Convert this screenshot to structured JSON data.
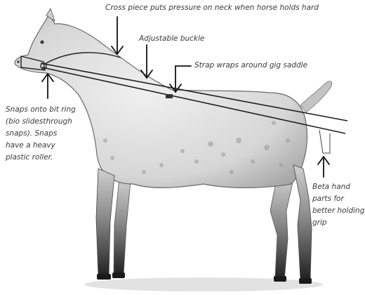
{
  "annotations": {
    "cross_piece": "Cross piece puts pressure on neck when horse holds hard",
    "adjustable_buckle": "Adjustable buckle",
    "strap_wraps": "Strap wraps around gig saddle",
    "snaps": "Snaps onto bit ring (bio slidesthrough snaps). Snaps have a heavy plastic roller.",
    "beta_hand_parts": "Beta hand parts for better holding grip"
  },
  "colors": {
    "horse_body": "#e4e4e4",
    "horse_shade": "#8f8f8f",
    "legs_dark": "#2c2c2c",
    "line": "#1f1f1f",
    "text": "#3a3a3a"
  }
}
